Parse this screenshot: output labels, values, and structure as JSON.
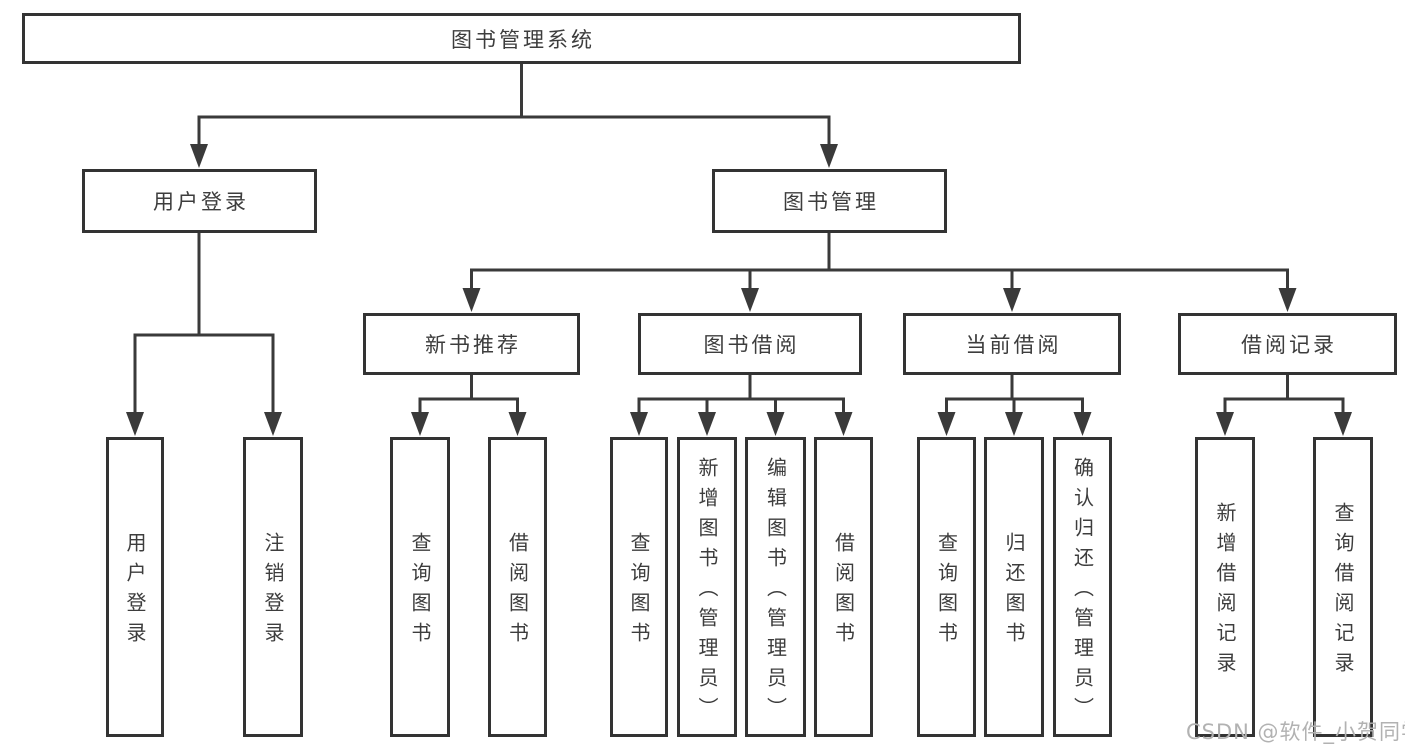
{
  "diagram": {
    "nodes": {
      "root": "图书管理系统",
      "user_login": "用户登录",
      "book_mgmt": "图书管理",
      "new_book_rec": "新书推荐",
      "book_borrow": "图书借阅",
      "current_borrow": "当前借阅",
      "borrow_record": "借阅记录",
      "leaves": {
        "user_login": "用户登录",
        "logout": "注销登录",
        "rec_query_book": "查询图书",
        "rec_borrow_book": "借阅图书",
        "bor_query_book": "查询图书",
        "bor_add_book": "新增图书（管理员）",
        "bor_edit_book": "编辑图书（管理员）",
        "bor_borrow_book": "借阅图书",
        "cur_query_book": "查询图书",
        "cur_return_book": "归还图书",
        "cur_confirm_return": "确认归还（管理员）",
        "log_add_record": "新增借阅记录",
        "log_query_record": "查询借阅记录"
      }
    },
    "colors": {
      "line": "#3a3a3a",
      "box_border": "#333333",
      "text": "#3d3d3d",
      "watermark": "#b2b2b2",
      "background": "#ffffff"
    }
  },
  "watermark": "CSDN @软件_小贺同学"
}
